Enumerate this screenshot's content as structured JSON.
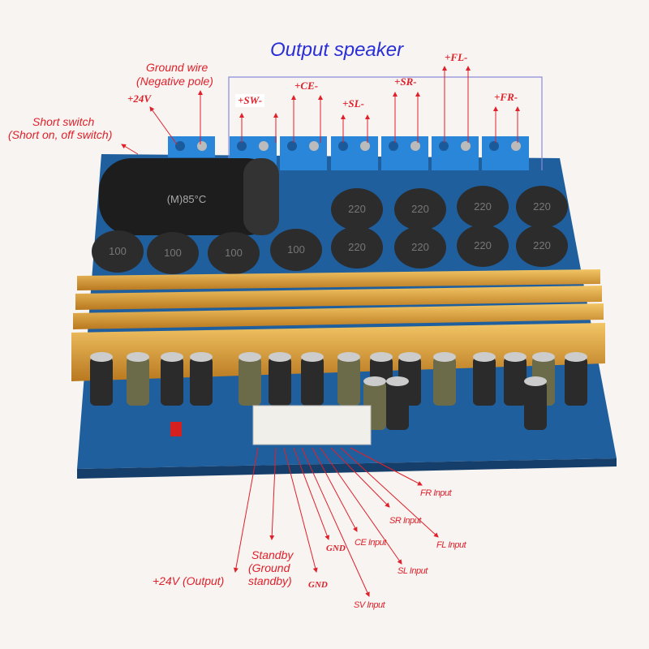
{
  "title": "Output speaker",
  "top_labels": {
    "ground_wire": "Ground wire",
    "negative_pole": "(Negative pole)",
    "plus24v": "+24V",
    "short_switch": "Short switch",
    "short_switch_desc": "(Short on, off switch)"
  },
  "channels": [
    "+SW-",
    "+CE-",
    "+SL-",
    "+SR-",
    "+FL-",
    "+FR-"
  ],
  "bottom_labels": {
    "out24": "+24V (Output)",
    "standby1": "Standby",
    "standby2": "(Ground",
    "standby3": "standby)",
    "gnd1": "GND",
    "gnd2": "GND",
    "sv": "SV Input",
    "ce": "CE Input",
    "sl": "SL Input",
    "sr": "SR Input",
    "fl": "FL Input",
    "fr": "FR Input"
  },
  "components": {
    "big_cap": "(M)85°C",
    "inductor_small": "100",
    "inductor_large": "220"
  },
  "colors": {
    "annotation": "#e0202a",
    "title": "#2b2fd6",
    "pcb": "#1f5f9e",
    "terminal": "#2a86d8",
    "heatsink": "#d9a23c"
  }
}
